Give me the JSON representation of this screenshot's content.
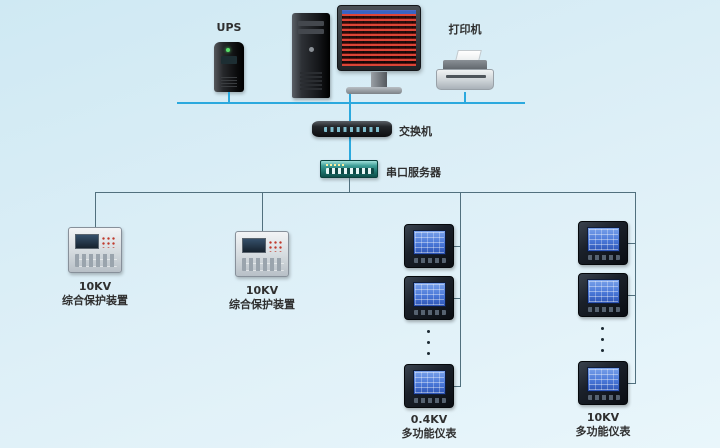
{
  "colors": {
    "background_start": "#cfe9f3",
    "background_end": "#e9f6fb",
    "bus_line": "#2ba9de",
    "branch_line": "#51707e",
    "label_text": "#2f2f2f",
    "meter_screen": "#4a78d8"
  },
  "devices": {
    "ups": {
      "label": "UPS"
    },
    "printer": {
      "label": "打印机"
    },
    "switch": {
      "label": "交换机"
    },
    "serial_server": {
      "label": "串口服务器"
    }
  },
  "branches": {
    "protection_1": {
      "kv": "10KV",
      "name": "综合保护装置"
    },
    "protection_2": {
      "kv": "10KV",
      "name": "综合保护装置"
    },
    "meters_04kv": {
      "kv": "0.4KV",
      "name": "多功能仪表"
    },
    "meters_10kv": {
      "kv": "10KV",
      "name": "多功能仪表"
    }
  }
}
